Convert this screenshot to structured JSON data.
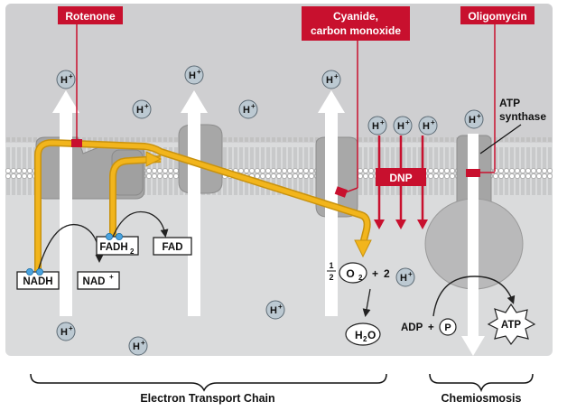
{
  "colors": {
    "cytosol": "#cfcfd1",
    "matrix": "#dadbdc",
    "background": "#ffffff",
    "inhibitor_red": "#c8102e",
    "electron_flow": "#f2b51c",
    "proton_badge": "#bcc9d2",
    "carrier_dot": "#4aa3df"
  },
  "inhibitors": {
    "rotenone": "Rotenone",
    "cyanide": [
      "Cyanide,",
      "carbon monoxide"
    ],
    "oligomycin": "Oligomycin",
    "dnp": "DNP"
  },
  "proton": {
    "base": "H",
    "charge": "+"
  },
  "carriers": {
    "nadh": "NADH",
    "nad_plus": {
      "base": "NAD",
      "charge": "+"
    },
    "fadh2": {
      "base": "FADH",
      "sub": "2"
    },
    "fad": "FAD"
  },
  "oxygen_reaction": {
    "half_top": "1",
    "half_bottom": "2",
    "o2_base": "O",
    "o2_sub": "2",
    "plus": "+",
    "coefficient": "2",
    "water_base": "H",
    "water_sub": "2",
    "water_end": "O"
  },
  "atp_reaction": {
    "adp": "ADP",
    "plus": "+",
    "phosphate": "P",
    "atp": "ATP"
  },
  "atp_synthase_label": [
    "ATP",
    "synthase"
  ],
  "sections": {
    "etc": "Electron Transport Chain",
    "chemiosmosis": "Chemiosmosis"
  }
}
